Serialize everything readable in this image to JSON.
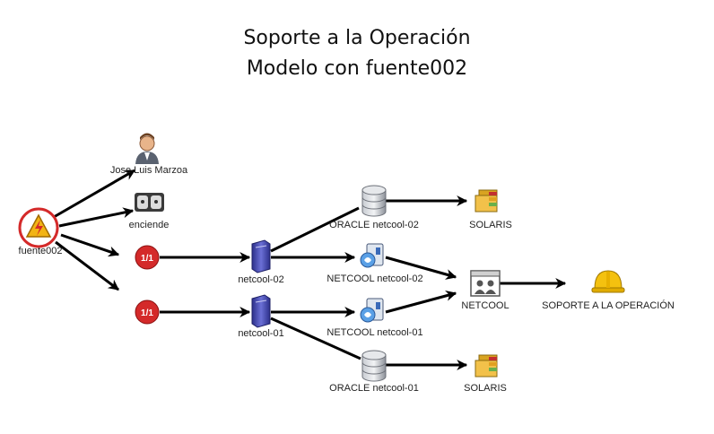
{
  "title": {
    "line1": "Soporte a la Operación",
    "line2": "Modelo con fuente002"
  },
  "nodes": {
    "fuente": "fuente002",
    "person": "Jose Luis Marzoa",
    "enciende": "enciende",
    "netcool02": "netcool-02",
    "netcool01": "netcool-01",
    "oracle02": "ORACLE netcool-02",
    "oracle01": "ORACLE netcool-01",
    "ncapp02": "NETCOOL netcool-02",
    "ncapp01": "NETCOOL netcool-01",
    "solaris_top": "SOLARIS",
    "solaris_bottom": "SOLARIS",
    "netcool_service": "NETCOOL",
    "soporte": "SOPORTE A LA OPERACIÓN"
  },
  "badges": {
    "upper": "1/1",
    "lower": "1/1"
  },
  "colors": {
    "badge": "#d42a2a",
    "warning": "#f2b415",
    "server": "#4a50b8",
    "db": "#9aa0a8",
    "helmet": "#f4c10f"
  },
  "icons": {
    "fuente": "warning-power-icon",
    "person": "user-icon",
    "enciende": "power-outlet-icon",
    "server": "server-icon",
    "database": "database-icon",
    "application": "application-icon",
    "solaris": "folder-stack-icon",
    "service": "group-icon",
    "soporte": "hard-hat-icon"
  }
}
